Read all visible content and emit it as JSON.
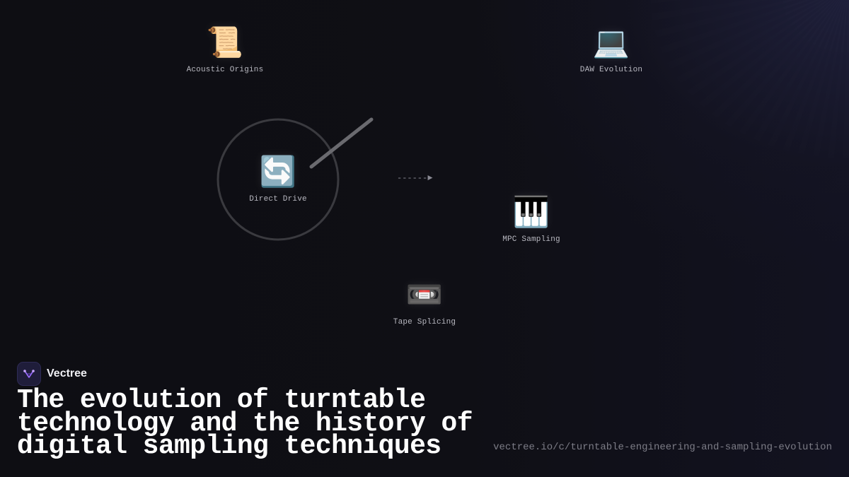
{
  "diagram": {
    "nodes": [
      {
        "id": "acoustic",
        "icon": "scroll-icon",
        "glyph": "📜",
        "label": "Acoustic Origins"
      },
      {
        "id": "daw",
        "icon": "laptop-icon",
        "glyph": "💻",
        "label": "DAW Evolution"
      },
      {
        "id": "direct",
        "icon": "counterclockwise-arrows-icon",
        "glyph": "🔄",
        "label": "Direct Drive"
      },
      {
        "id": "mpc",
        "icon": "piano-keys-icon",
        "glyph": "🎹",
        "label": "MPC Sampling"
      },
      {
        "id": "tape",
        "icon": "videocassette-icon",
        "glyph": "📼",
        "label": "Tape Splicing"
      }
    ],
    "arrow": "------►"
  },
  "brand": {
    "name": "Vectree",
    "logo_icon": "vectree-logo-icon",
    "accent": "#9b6cff"
  },
  "title": "The evolution of turntable technology and the history of digital sampling techniques",
  "url": "vectree.io/c/turntable-engineering-and-sampling-evolution"
}
